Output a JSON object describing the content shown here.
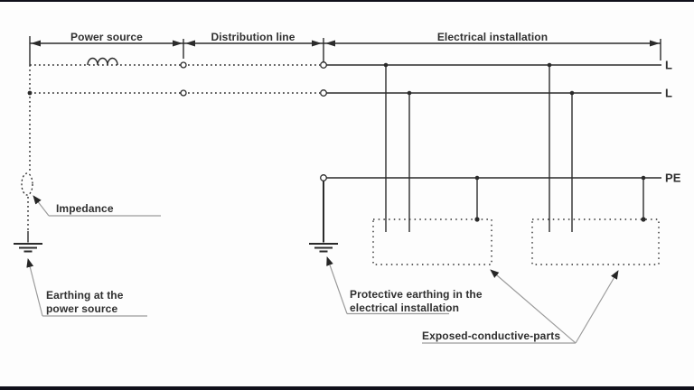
{
  "colors": {
    "background": "#fdfdfd",
    "line": "#2b2b2b",
    "leader": "#9b9b9b",
    "text": "#2f2f2f"
  },
  "diagram": {
    "sections": [
      {
        "label": "Power source"
      },
      {
        "label": "Distribution line"
      },
      {
        "label": "Electrical installation"
      }
    ],
    "conductors": {
      "line1": "L",
      "line2": "L",
      "pe": "PE"
    },
    "annotations": {
      "impedance": {
        "label": "Impedance"
      },
      "source_earthing": {
        "line1": "Earthing at the",
        "line2": "power source"
      },
      "protective_earthing": {
        "line1": "Protective earthing in the",
        "line2": "electrical installation"
      },
      "exposed_parts": {
        "label": "Exposed-conductive-parts"
      }
    }
  }
}
